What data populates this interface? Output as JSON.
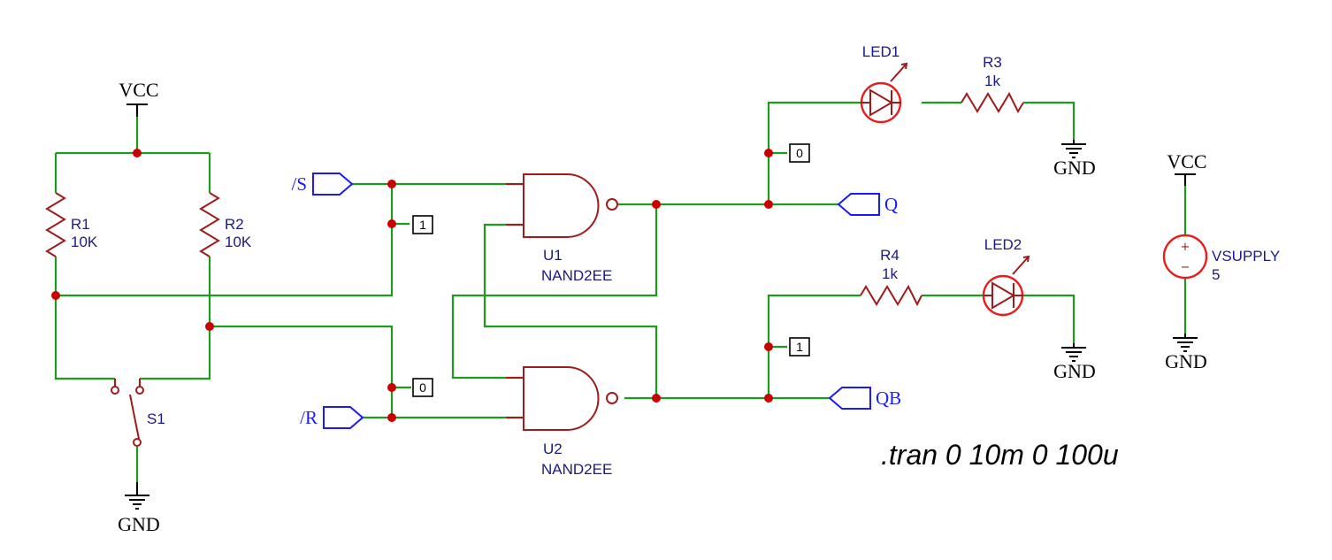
{
  "power": {
    "vcc_left": "VCC",
    "vcc_right": "VCC",
    "gnd_switch": "GND",
    "gnd_r3": "GND",
    "gnd_led2": "GND",
    "gnd_vsupply": "GND"
  },
  "components": {
    "r1": {
      "ref": "R1",
      "value": "10K"
    },
    "r2": {
      "ref": "R2",
      "value": "10K"
    },
    "r3": {
      "ref": "R3",
      "value": "1k"
    },
    "r4": {
      "ref": "R4",
      "value": "1k"
    },
    "s1": {
      "ref": "S1"
    },
    "u1": {
      "ref": "U1",
      "model": "NAND2EE"
    },
    "u2": {
      "ref": "U2",
      "model": "NAND2EE"
    },
    "led1": {
      "ref": "LED1"
    },
    "led2": {
      "ref": "LED2"
    },
    "vsupply": {
      "ref": "VSUPPLY",
      "value": "5",
      "plus": "+",
      "minus": "−"
    }
  },
  "ports": {
    "set": "/S",
    "reset": "/R",
    "q": "Q",
    "qb": "QB"
  },
  "probes": {
    "set": "1",
    "reset": "0",
    "q": "0",
    "qb": "1"
  },
  "directive": ".tran 0 10m 0 100u",
  "colors": {
    "wire": "#1e9b1e",
    "component": "#a01c1c",
    "led": "#e81e1e",
    "junction": "#cc0000",
    "port": "#1a1aff",
    "label": "#1a1a8a"
  }
}
